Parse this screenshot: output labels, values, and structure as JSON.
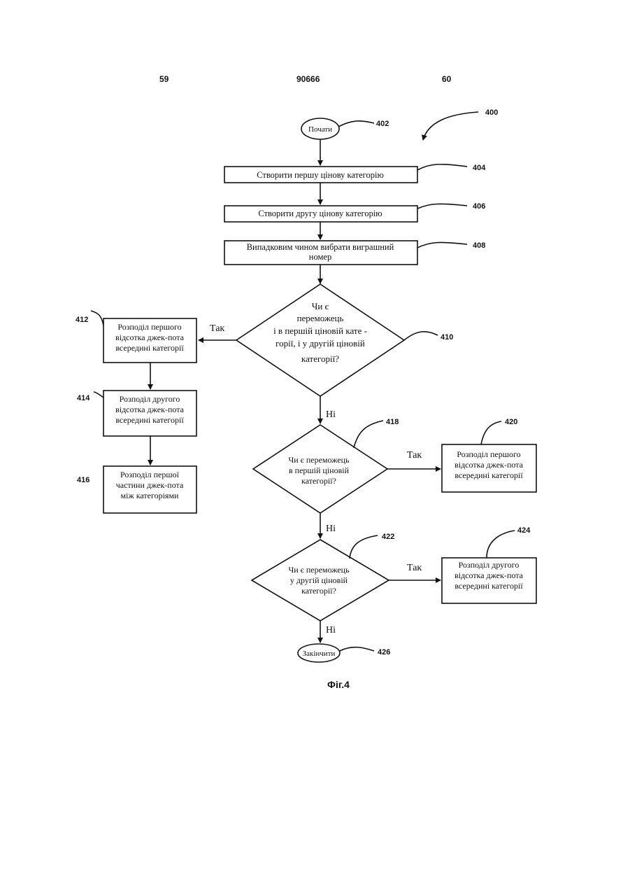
{
  "header": {
    "left_page": "59",
    "patent_number": "90666",
    "right_page": "60"
  },
  "figure_label": "Фіг.4",
  "figure_ref": "400",
  "nodes": {
    "start": {
      "ref": "402",
      "text": "Почати"
    },
    "create_first": {
      "ref": "404",
      "text": "Створити першу цінову категорію"
    },
    "create_second": {
      "ref": "406",
      "text": "Створити другу цінову категорію"
    },
    "select_number": {
      "ref": "408",
      "line1": "Випадковим чином вибрати виграшний",
      "line2": "номер"
    },
    "decision_both": {
      "ref": "410",
      "line1": "Чи є",
      "line2": "переможець",
      "line3": "і в першій ціновій кате -",
      "line4": "горії, і у другій ціновій",
      "line5": "категорії?"
    },
    "dist_first_within": {
      "ref": "412",
      "line1": "Розподіл першого",
      "line2": "відсотка джек-пота",
      "line3": "всередині категорії"
    },
    "dist_second_within": {
      "ref": "414",
      "line1": "Розподіл другого",
      "line2": "відсотка джек-пота",
      "line3": "всередині категорії"
    },
    "dist_first_part": {
      "ref": "416",
      "line1": "Розподіл першої",
      "line2": "частини джек-пота",
      "line3": "між категоріями"
    },
    "decision_first": {
      "ref": "418",
      "line1": "Чи є переможець",
      "line2": "в першій ціновій",
      "line3": "категорії?"
    },
    "dist_first_right": {
      "ref": "420",
      "line1": "Розподіл першого",
      "line2": "відсотка джек-пота",
      "line3": "всередині категорії"
    },
    "decision_second": {
      "ref": "422",
      "line1": "Чи є переможець",
      "line2": "у другій ціновій",
      "line3": "категорії?"
    },
    "dist_second_right": {
      "ref": "424",
      "line1": "Розподіл другого",
      "line2": "відсотка джек-пота",
      "line3": "всередині категорії"
    },
    "end": {
      "ref": "426",
      "text": "Закінчити"
    }
  },
  "edge_labels": {
    "yes": "Так",
    "no": "Ні"
  }
}
